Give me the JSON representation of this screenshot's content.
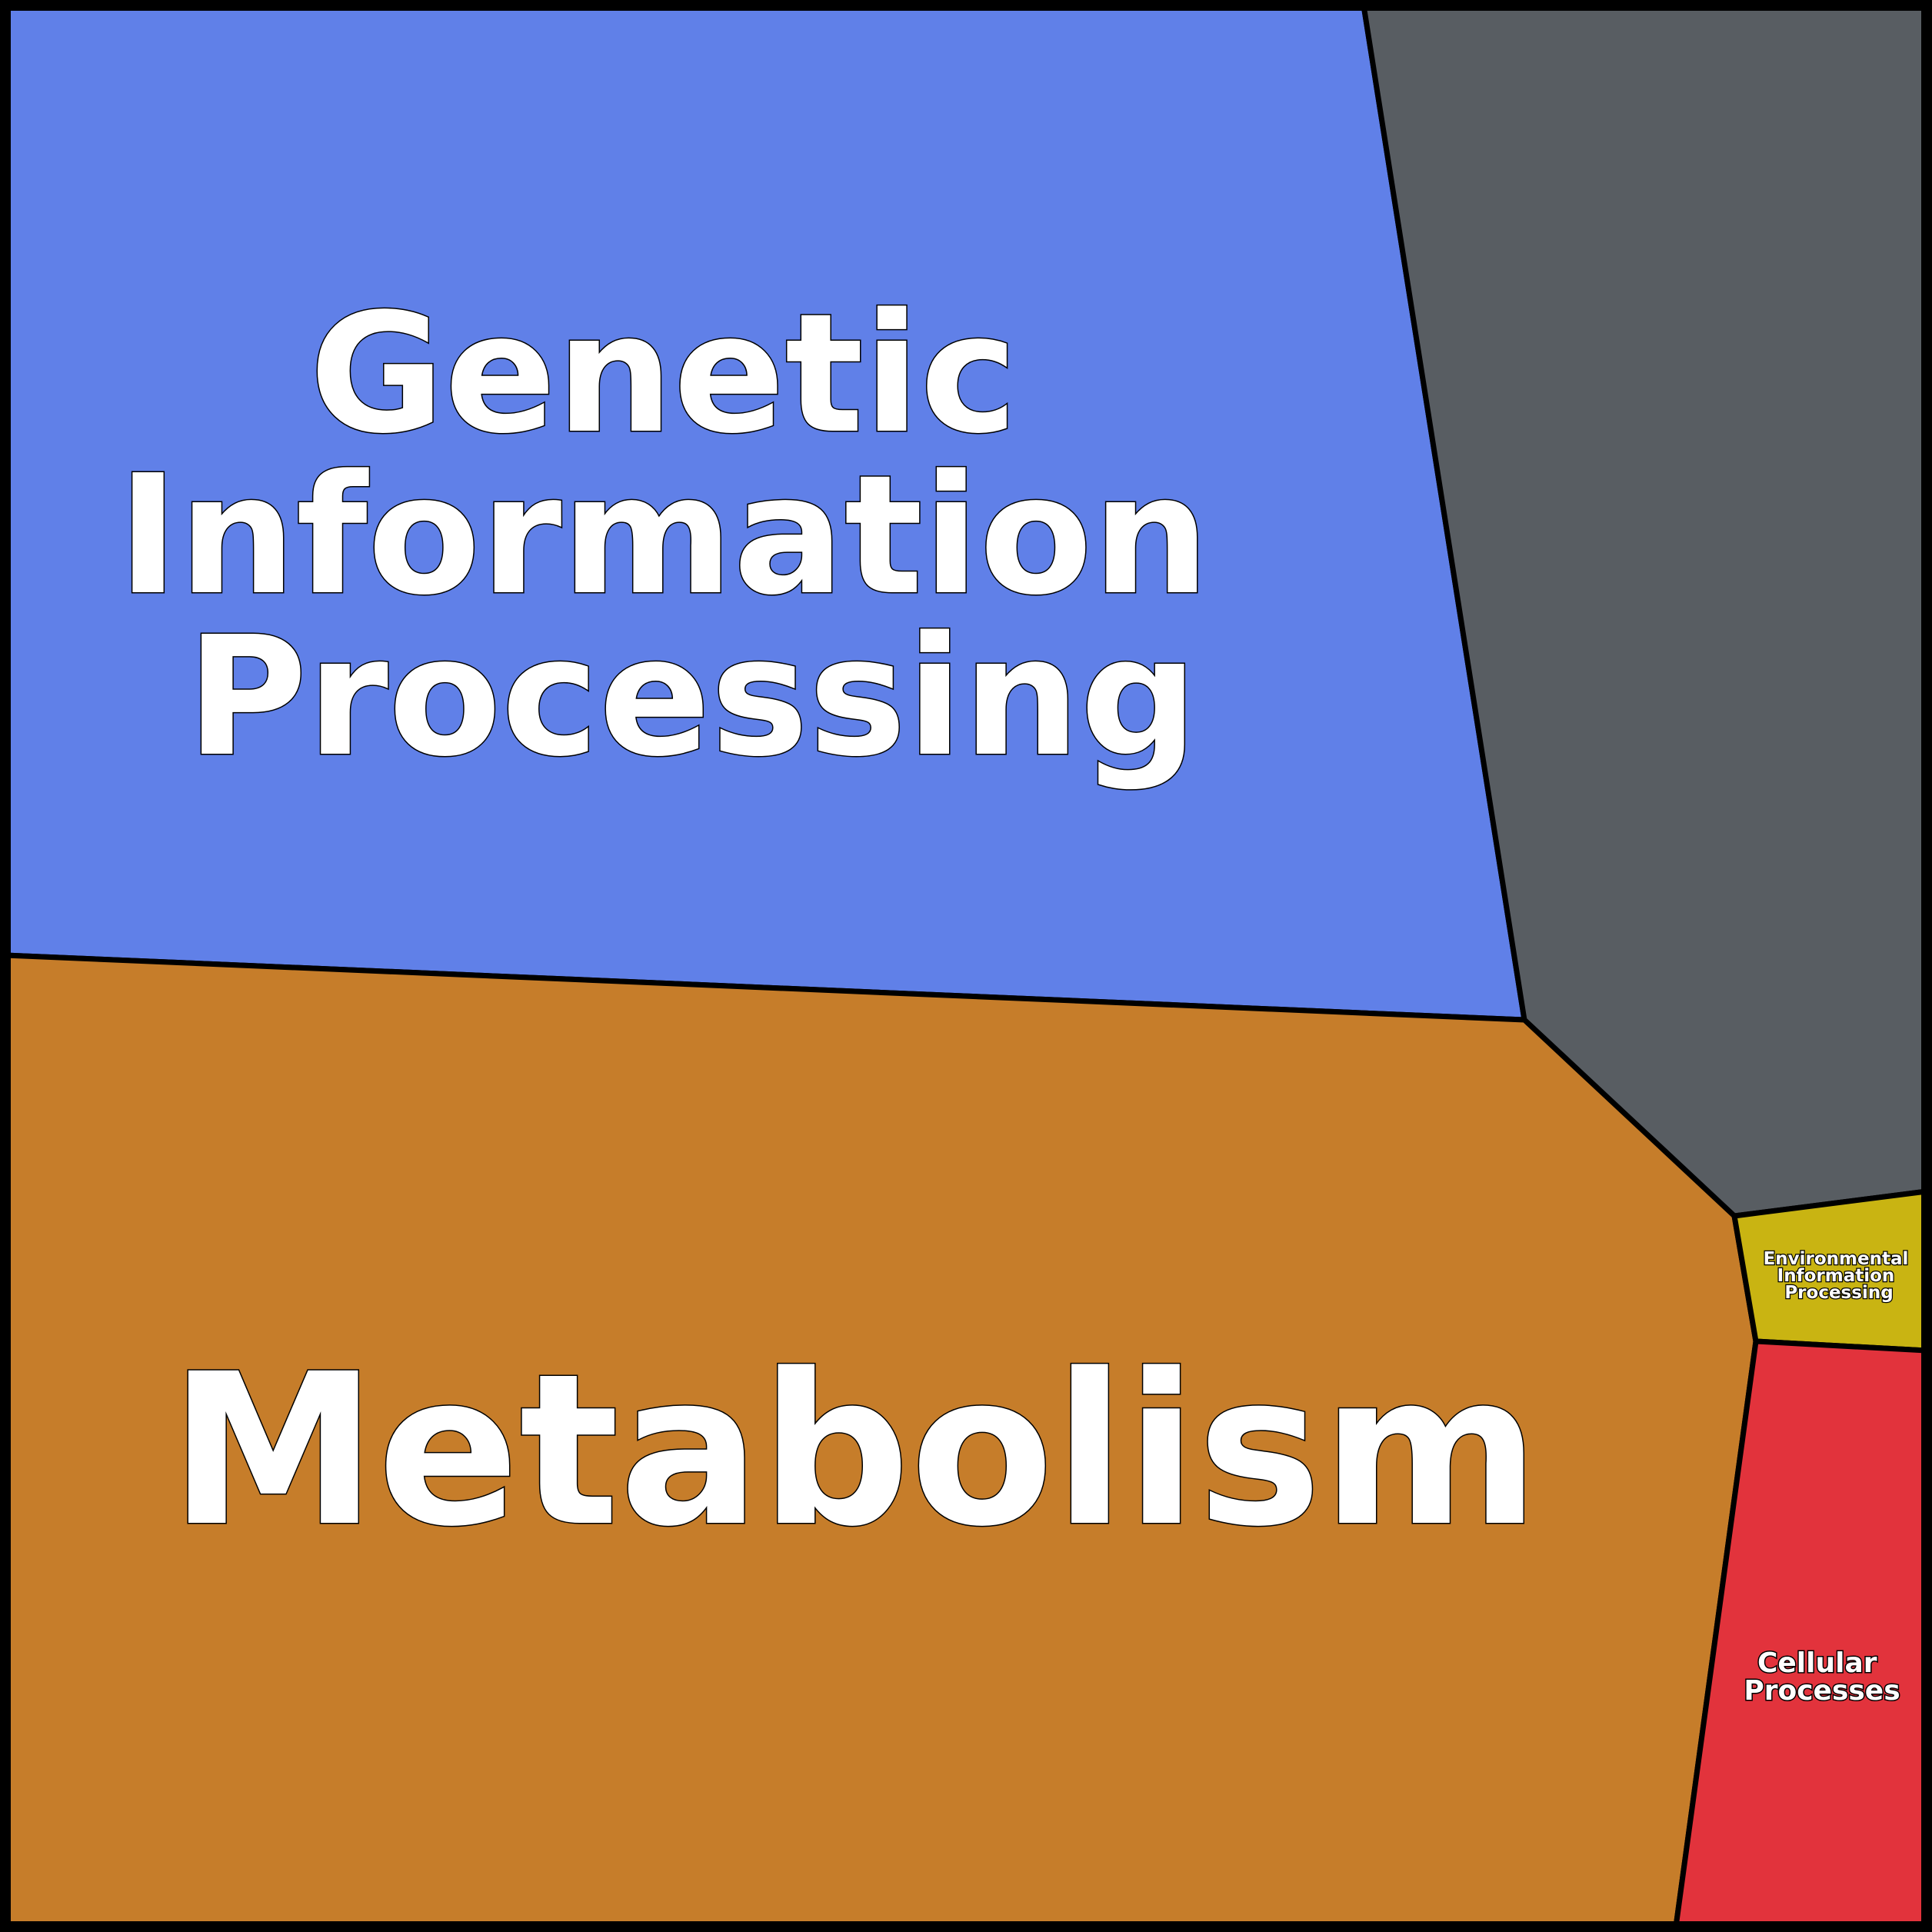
{
  "diagram": {
    "type": "voronoi-treemap",
    "cells": [
      {
        "id": "genetic",
        "label_lines": [
          "Genetic",
          "Information",
          "Processing"
        ],
        "color": "#6080E8"
      },
      {
        "id": "unlabeled",
        "label_lines": [],
        "color": "#585D62"
      },
      {
        "id": "metabolism",
        "label_lines": [
          "Metabolism"
        ],
        "color": "#C67D2A"
      },
      {
        "id": "environmental",
        "label_lines": [
          "Environmental",
          "Information",
          "Processing"
        ],
        "color": "#C9B412"
      },
      {
        "id": "cellular",
        "label_lines": [
          "Cellular",
          "Processes"
        ],
        "color": "#E2333C"
      }
    ]
  }
}
